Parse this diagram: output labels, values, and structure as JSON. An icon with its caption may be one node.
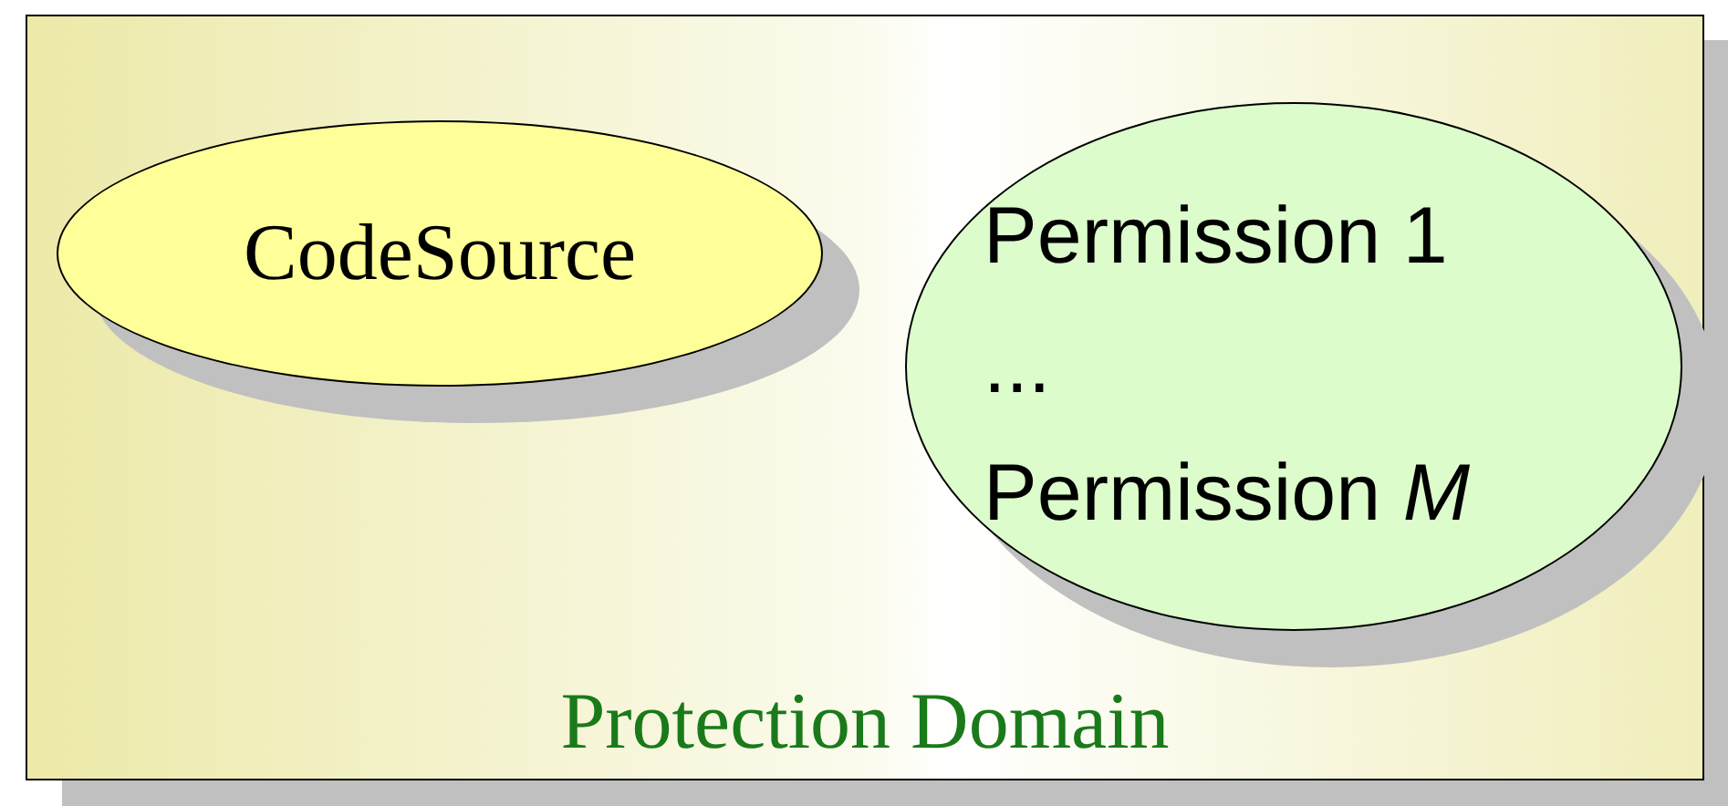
{
  "diagram": {
    "nodes": [
      {
        "text": [
          "Protection Domain"
        ]
      },
      {
        "text": [
          "CodeSource"
        ],
        "in": 0
      },
      {
        "text": [
          "Permission 1",
          "...",
          "Permission *M*"
        ],
        "in": 0
      }
    ]
  }
}
